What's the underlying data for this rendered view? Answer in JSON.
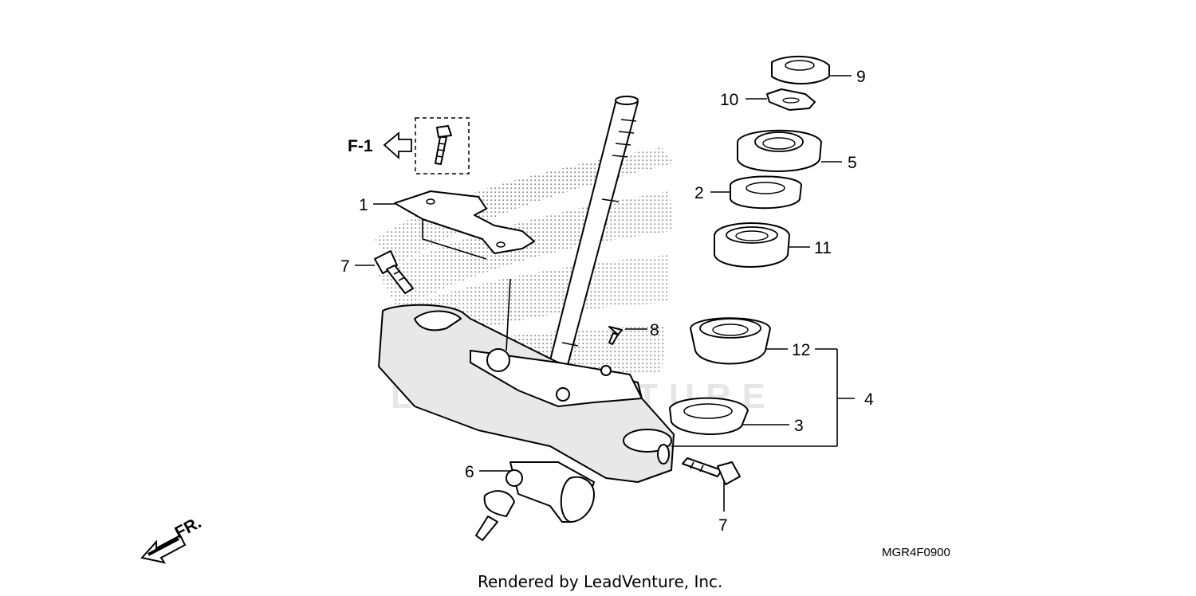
{
  "diagram": {
    "part_code": "MGR4F0900",
    "credit": "Rendered by LeadVenture, Inc.",
    "watermark": "LEADVENTURE",
    "ref_label": "F-1",
    "front_label": "FR.",
    "callouts": [
      "1",
      "2",
      "3",
      "4",
      "5",
      "6",
      "7",
      "7",
      "8",
      "9",
      "10",
      "11",
      "12"
    ]
  }
}
